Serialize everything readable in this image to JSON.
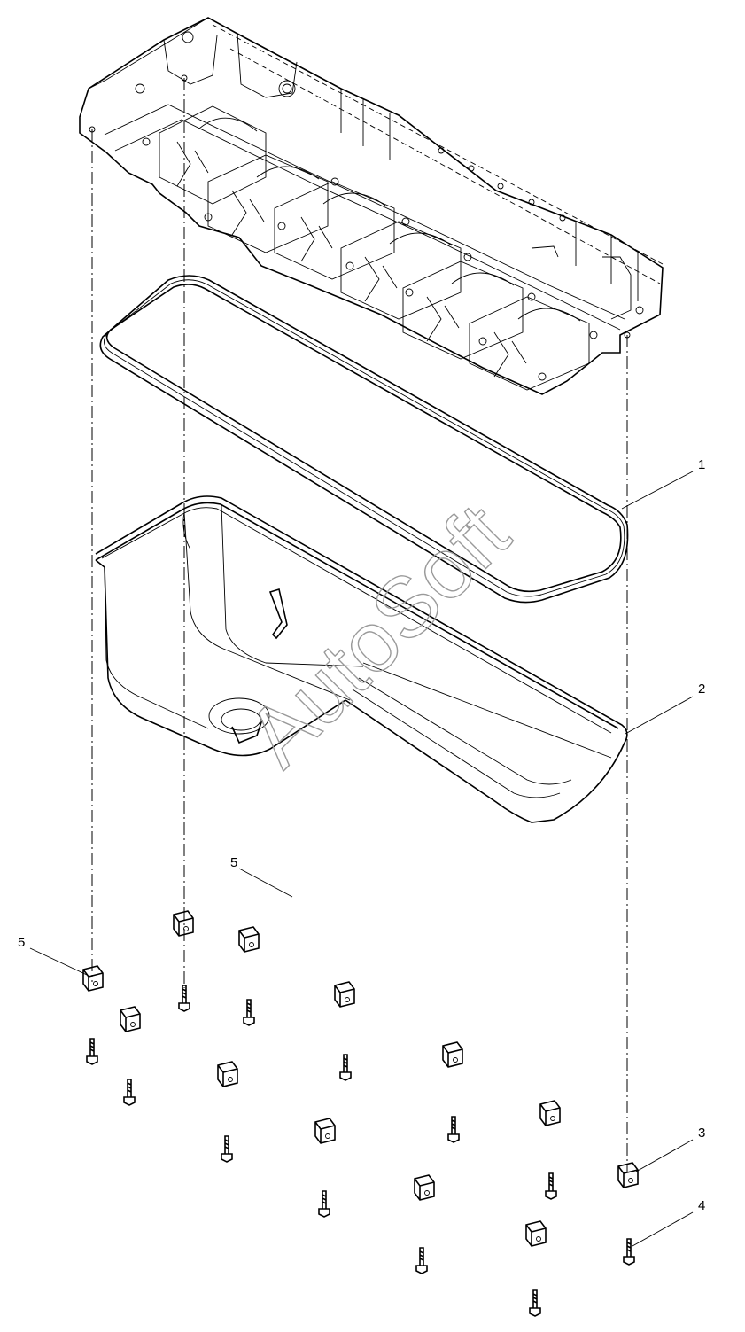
{
  "callouts": {
    "c1": "1",
    "c2": "2",
    "c3": "3",
    "c4": "4",
    "c5_top": "5",
    "c5_left": "5"
  },
  "watermark": "AutoSoft",
  "colors": {
    "line": "#000000",
    "watermark": "#9a9a9a",
    "background": "#ffffff"
  }
}
